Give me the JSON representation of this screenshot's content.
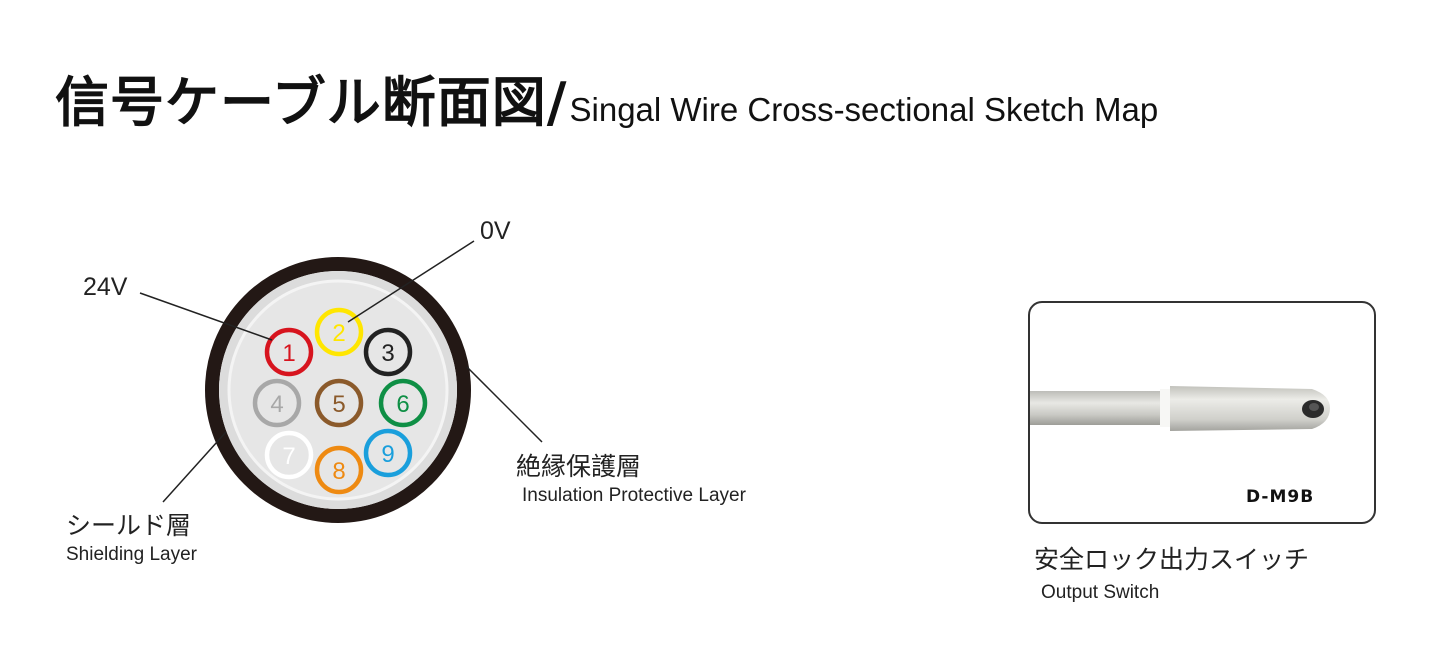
{
  "header": {
    "title_jp": "信号ケーブル断面図",
    "title_sep": "/",
    "title_en": "Singal Wire Cross-sectional Sketch Map"
  },
  "cable": {
    "wires": [
      {
        "num": "1",
        "color": "#d7141e"
      },
      {
        "num": "2",
        "color": "#ffe600"
      },
      {
        "num": "3",
        "color": "#222222"
      },
      {
        "num": "4",
        "color": "#a8a8a8"
      },
      {
        "num": "5",
        "color": "#8b5a2b"
      },
      {
        "num": "6",
        "color": "#0f8f45"
      },
      {
        "num": "7",
        "color": "#ffffff"
      },
      {
        "num": "8",
        "color": "#ee8a12"
      },
      {
        "num": "9",
        "color": "#1a9fdc"
      }
    ],
    "label_24v": "24V",
    "label_0v": "0V",
    "insulation_jp": "絶縁保護層",
    "insulation_en": "Insulation Protective Layer",
    "shield_jp": "シールド層",
    "shield_en": "Shielding Layer"
  },
  "product": {
    "model": "D-M9B",
    "name_jp": "安全ロック出力スイッチ",
    "name_en": "Output Switch"
  }
}
